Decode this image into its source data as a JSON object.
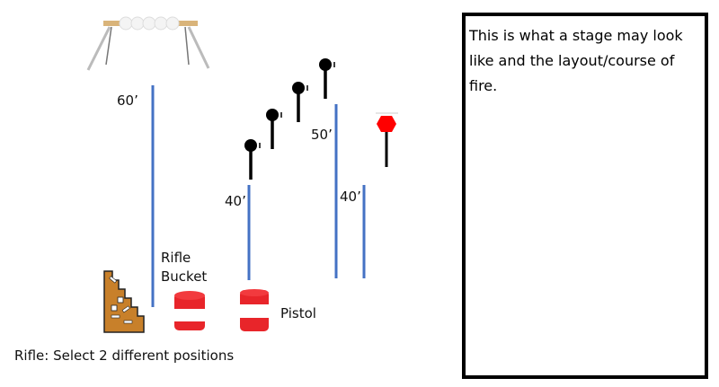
{
  "distances": {
    "rifle_plates": "60’",
    "pistol_left": "40’",
    "popper_row": "50’",
    "pistol_right": "40’"
  },
  "labels": {
    "rifle_bucket": "Rifle\nBucket",
    "rifle_bucket_line1": "Rifle",
    "rifle_bucket_line2": "Bucket",
    "pistol": "Pistol",
    "rifle_instruction": "Rifle: Select 2 different positions"
  },
  "note": "This is what a stage may look like and the layout/course of fire.",
  "colors": {
    "distance_line": "#4472c4",
    "stop_plate": "#ff0000",
    "barricade": "#c8802a",
    "barrel": "#e8252a"
  }
}
